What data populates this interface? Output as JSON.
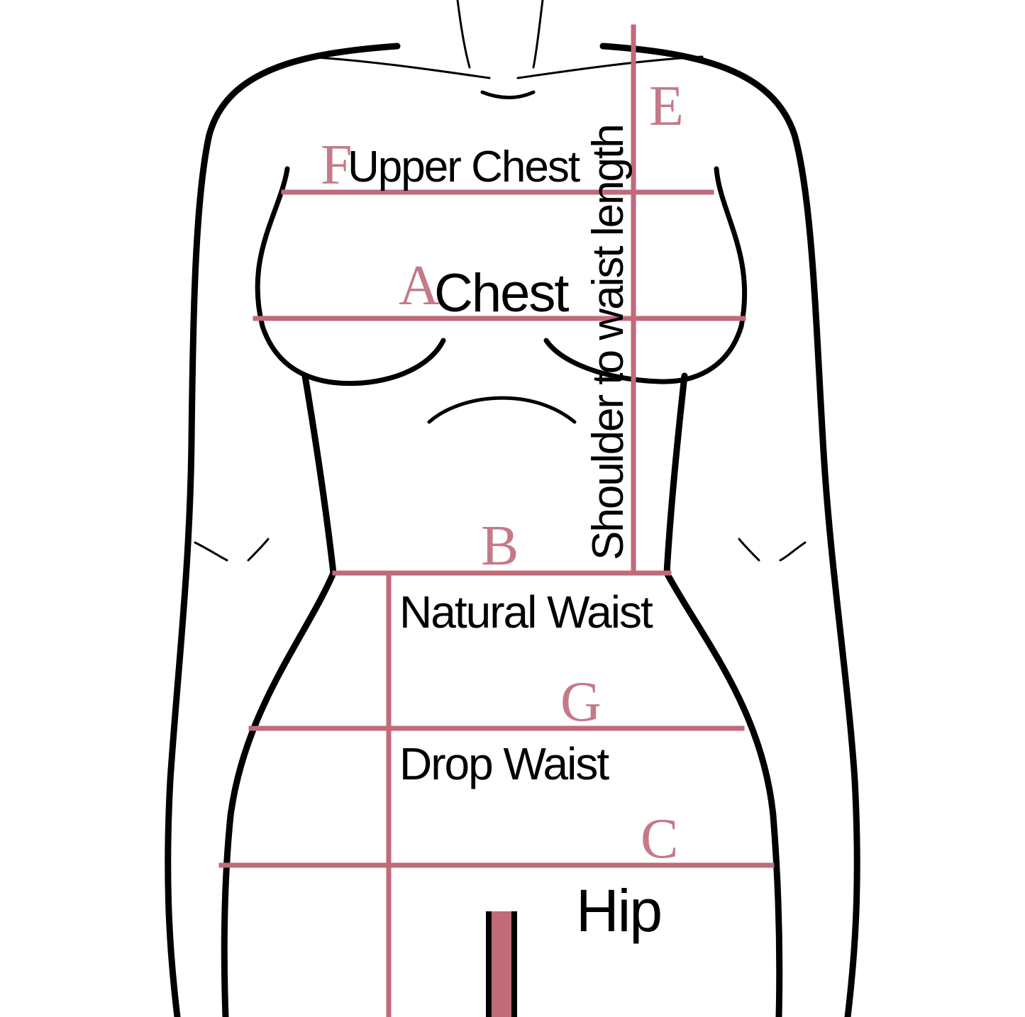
{
  "colors": {
    "measure_line": "#c06a7a",
    "letter": "#c47a88",
    "outline": "#000000"
  },
  "letters": {
    "a": "A",
    "b": "B",
    "c": "C",
    "e": "E",
    "f": "F",
    "g": "G"
  },
  "labels": {
    "upper_chest": "Upper Chest",
    "chest": "Chest",
    "shoulder_to_waist": "Shoulder to waist length",
    "natural_waist": "Natural Waist",
    "drop_waist": "Drop Waist",
    "hip": "Hip"
  }
}
